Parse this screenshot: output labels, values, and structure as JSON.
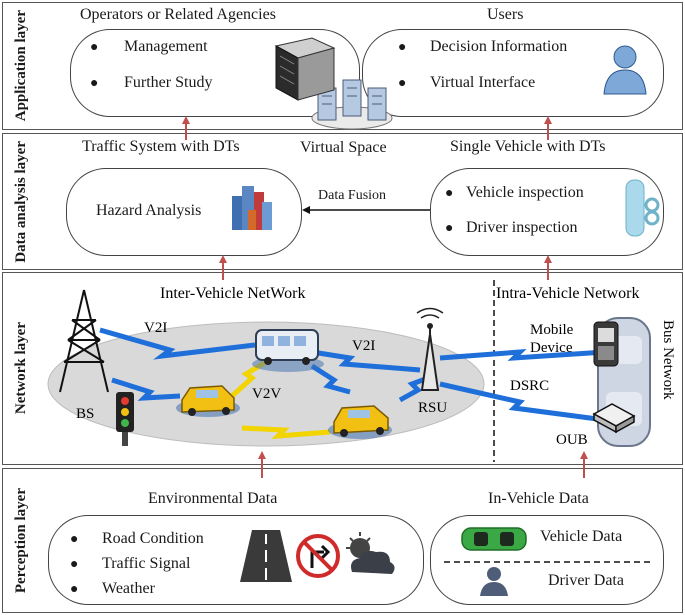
{
  "layers": {
    "application": {
      "label": "Application layer"
    },
    "data_analysis": {
      "label": "Data analysis layer"
    },
    "network": {
      "label": "Network layer"
    },
    "perception": {
      "label": "Perception layer"
    }
  },
  "application": {
    "operators_title": "Operators or Related Agencies",
    "operators_items": [
      "Management",
      "Further Study"
    ],
    "users_title": "Users",
    "users_items": [
      "Decision Information",
      "Virtual Interface"
    ],
    "virtual_space": "Virtual Space"
  },
  "data_analysis": {
    "traffic_title": "Traffic System with DTs",
    "hazard": "Hazard Analysis",
    "fusion": "Data Fusion",
    "vehicle_title": "Single Vehicle with DTs",
    "vehicle_items": [
      "Vehicle inspection",
      "Driver inspection"
    ]
  },
  "network": {
    "inter_title": "Inter-Vehicle NetWork",
    "intra_title": "Intra-Vehicle Network",
    "v2i_left": "V2I",
    "v2i_right": "V2I",
    "v2v": "V2V",
    "bs": "BS",
    "rsu": "RSU",
    "mobile_device": "Mobile Device",
    "dsrc": "DSRC",
    "oub": "OUB",
    "bus_network": "Bus Network"
  },
  "perception": {
    "env_title": "Environmental Data",
    "env_items": [
      "Road Condition",
      "Traffic Signal",
      "Weather"
    ],
    "invehicle_title": "In-Vehicle Data",
    "vehicle_data": "Vehicle Data",
    "driver_data": "Driver Data"
  },
  "colors": {
    "arrow": "#c0504d",
    "lightning": "#1e6fd9",
    "ellipse": "#d9d9d9",
    "taxi": "#f2c012"
  }
}
